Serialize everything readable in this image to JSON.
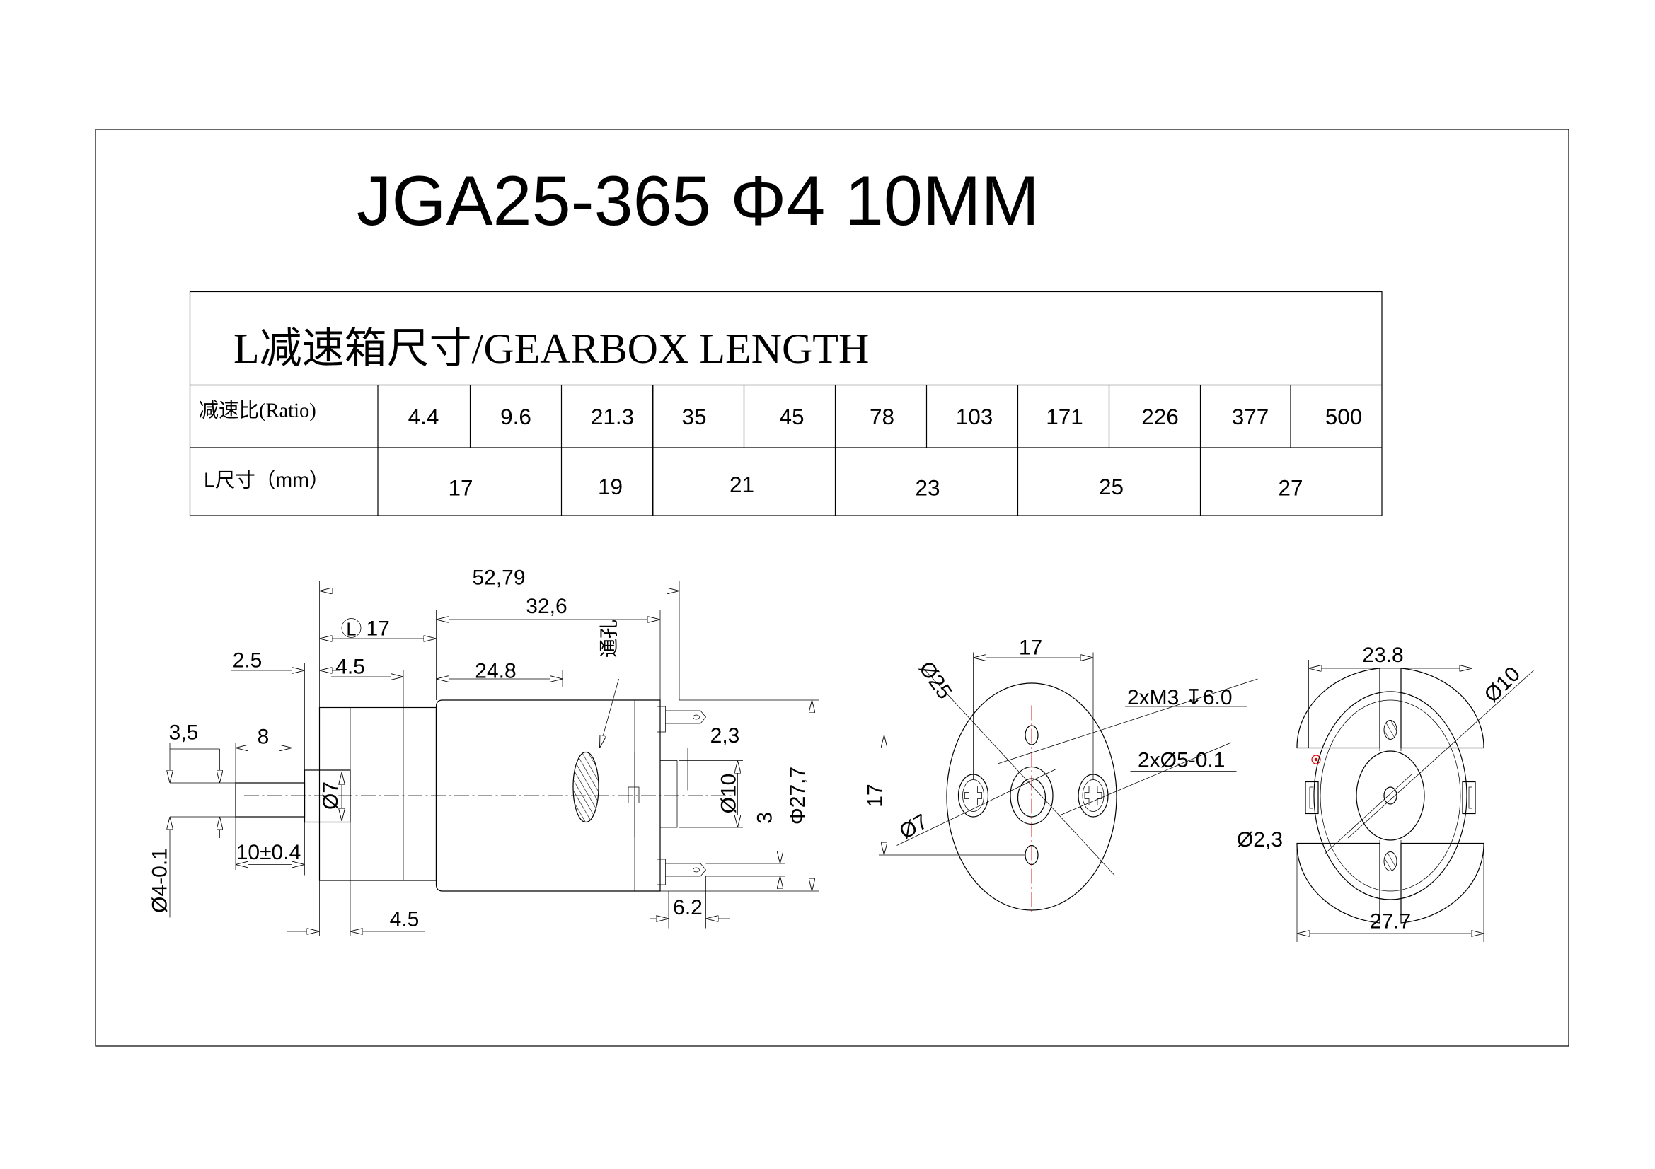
{
  "title": "JGA25-365 Φ4 10MM",
  "table": {
    "header": "L减速箱尺寸/GEARBOX LENGTH",
    "ratio_label": "减速比(Ratio)",
    "length_label": "L尺寸（mm）",
    "ratios": [
      "4.4",
      "9.6",
      "21.3",
      "35",
      "45",
      "78",
      "103",
      "171",
      "226",
      "377",
      "500"
    ],
    "lengths": [
      "17",
      "19",
      "21",
      "23",
      "25",
      "27"
    ]
  },
  "side_view": {
    "overall_length": "52,79",
    "motor_length": "32,6",
    "gearbox_length_marker": "L",
    "gearbox_length": "17",
    "shaft_step": "2.5",
    "gearbox_step_top": "4.5",
    "motor_slot_offset": "24.8",
    "through_hole_label": "通孔",
    "flat_depth": "3,5",
    "flat_length": "8",
    "collar_diameter": "Ø7",
    "shaft_diameter": "Ø4-0.1",
    "shaft_length": "10±0.4",
    "gearbox_step_bottom": "4.5",
    "terminal_thickness": "2,3",
    "boss_diameter": "Ø10",
    "terminal_offset": "3",
    "motor_diameter": "Φ27,7",
    "terminal_length": "6.2"
  },
  "front_view": {
    "hole_spacing_h": "17",
    "hole_spacing_v": "17",
    "body_diameter": "Ø25",
    "collar_diameter": "Ø7",
    "mount_thread": "2xM3 ↧6.0",
    "screw_spec": "2xØ5-0.1"
  },
  "rear_view": {
    "inner_width": "23.8",
    "outer_width": "27.7",
    "boss_diameter": "Ø10",
    "shaft_diameter": "Ø2,3"
  },
  "colors": {
    "line": "#000000",
    "centerline_accent": "#dd0000"
  }
}
